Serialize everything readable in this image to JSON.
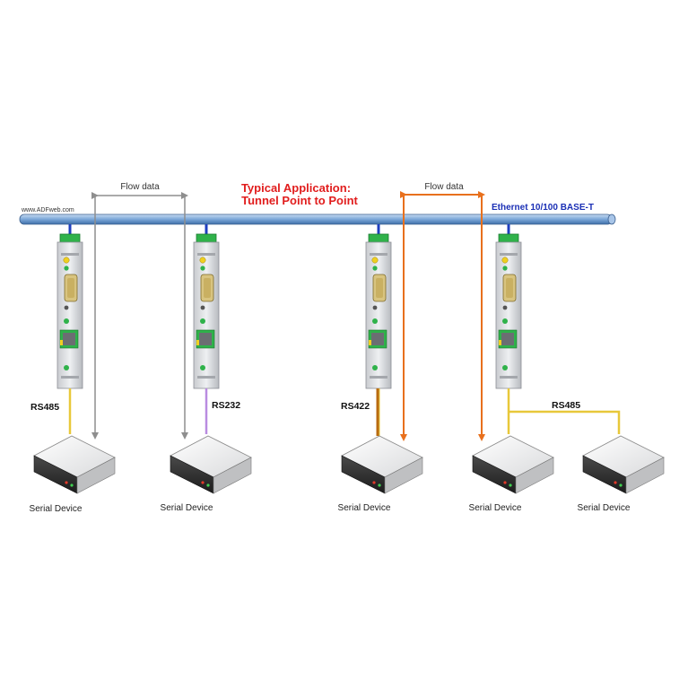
{
  "header": {
    "title_line1": "Typical Application:",
    "title_line2": "Tunnel Point to Point",
    "title_color": "#e11d1d",
    "website": "www.ADFweb.com"
  },
  "network": {
    "label": "Ethernet 10/100 BASE-T",
    "label_color": "#1a2fb5",
    "bus_color": "#7aa6d8"
  },
  "flows": [
    {
      "label": "Flow data",
      "color": "#8e8e8e"
    },
    {
      "label": "Flow data",
      "color": "#e8701d"
    }
  ],
  "links": [
    {
      "label": "RS485",
      "color": "#e8c83a"
    },
    {
      "label": "RS232",
      "color": "#b98ce0"
    },
    {
      "label": "RS422",
      "color": "#b86b12"
    },
    {
      "label": "RS485",
      "color": "#e8c83a"
    }
  ],
  "devices": [
    {
      "label": "Serial Device"
    },
    {
      "label": "Serial Device"
    },
    {
      "label": "Serial Device"
    },
    {
      "label": "Serial Device"
    },
    {
      "label": "Serial Device"
    }
  ]
}
